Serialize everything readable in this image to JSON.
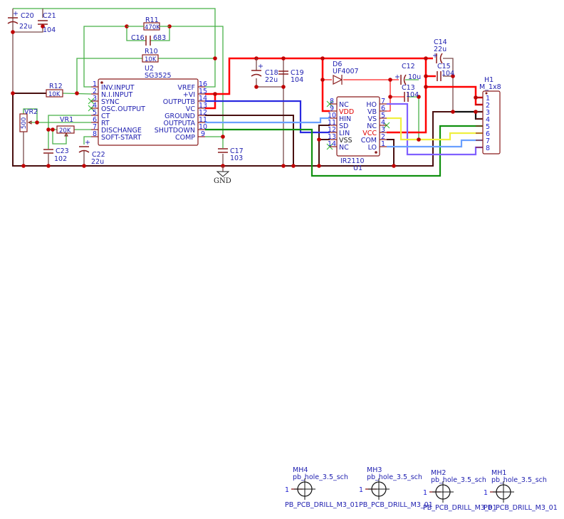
{
  "u2": {
    "ref": "U2",
    "value": "SG3525",
    "left_pins": [
      {
        "num": "1",
        "name": "INV.INPUT"
      },
      {
        "num": "2",
        "name": "N.I.INPUT"
      },
      {
        "num": "3",
        "name": "SYNC"
      },
      {
        "num": "4",
        "name": "OSC.OUTPUT"
      },
      {
        "num": "5",
        "name": "CT"
      },
      {
        "num": "6",
        "name": "RT"
      },
      {
        "num": "7",
        "name": "DISCHANGE"
      },
      {
        "num": "8",
        "name": "SOFT-START"
      }
    ],
    "right_pins": [
      {
        "num": "16",
        "name": "VREF"
      },
      {
        "num": "15",
        "name": "+VI"
      },
      {
        "num": "14",
        "name": "OUTPUTB"
      },
      {
        "num": "13",
        "name": "VC"
      },
      {
        "num": "12",
        "name": "GROUND"
      },
      {
        "num": "11",
        "name": "OUTPUTA"
      },
      {
        "num": "10",
        "name": "SHUTDOWN"
      },
      {
        "num": "9",
        "name": "COMP"
      }
    ]
  },
  "u1": {
    "ref": "U1",
    "value": "IR2110",
    "left_pins": [
      {
        "num": "8",
        "name": "NC"
      },
      {
        "num": "9",
        "name": "VDD"
      },
      {
        "num": "10",
        "name": "HIN"
      },
      {
        "num": "11",
        "name": "SD"
      },
      {
        "num": "12",
        "name": "LIN"
      },
      {
        "num": "13",
        "name": "VSS"
      },
      {
        "num": "14",
        "name": "NC"
      }
    ],
    "right_pins": [
      {
        "num": "7",
        "name": "HO"
      },
      {
        "num": "6",
        "name": "VB"
      },
      {
        "num": "5",
        "name": "VS"
      },
      {
        "num": "4",
        "name": "NC"
      },
      {
        "num": "3",
        "name": "VCC"
      },
      {
        "num": "2",
        "name": "COM"
      },
      {
        "num": "1",
        "name": "LO"
      }
    ]
  },
  "h1": {
    "ref": "H1",
    "value": "M_1x8",
    "pins": [
      "1",
      "2",
      "3",
      "4",
      "5",
      "6",
      "7",
      "8"
    ]
  },
  "components": {
    "c20": {
      "ref": "C20",
      "value": "22u"
    },
    "c21": {
      "ref": "C21",
      "value": "104"
    },
    "r11": {
      "ref": "R11",
      "value": "470K"
    },
    "c16": {
      "ref": "C16",
      "value": "683"
    },
    "r10": {
      "ref": "R10",
      "value": "10K"
    },
    "r12": {
      "ref": "R12",
      "value": "10K"
    },
    "vr2": {
      "ref": "VR2",
      "value": "500"
    },
    "vr1": {
      "ref": "VR1",
      "value": "20K"
    },
    "c23": {
      "ref": "C23",
      "value": "102"
    },
    "c22": {
      "ref": "C22",
      "value": "22u"
    },
    "c17": {
      "ref": "C17",
      "value": "103"
    },
    "c18": {
      "ref": "C18",
      "value": "22u"
    },
    "c19": {
      "ref": "C19",
      "value": "104"
    },
    "d6": {
      "ref": "D6",
      "value": "UF4007"
    },
    "c12": {
      "ref": "C12",
      "value": "10u"
    },
    "c13": {
      "ref": "C13",
      "value": "104"
    },
    "c14": {
      "ref": "C14",
      "value": "22u"
    },
    "c15": {
      "ref": "C15",
      "value": "104"
    }
  },
  "gnd_label": "GND",
  "cap_plus": "+",
  "mounting_holes": [
    {
      "ref": "MH4",
      "value": "pb_hole_3.5_sch",
      "footprint": "PB_PCB_DRILL_M3_01",
      "pin": "1"
    },
    {
      "ref": "MH3",
      "value": "pb_hole_3.5_sch",
      "footprint": "PB_PCB_DRILL_M3_01",
      "pin": "1"
    },
    {
      "ref": "MH2",
      "value": "pb_hole_3.5_sch",
      "footprint": "PB_PCB_DRILL_M3_01",
      "pin": "1"
    },
    {
      "ref": "MH1",
      "value": "pb_hole_3.5_sch",
      "footprint": "PB_PCB_DRILL_M3_01",
      "pin": "1"
    }
  ]
}
